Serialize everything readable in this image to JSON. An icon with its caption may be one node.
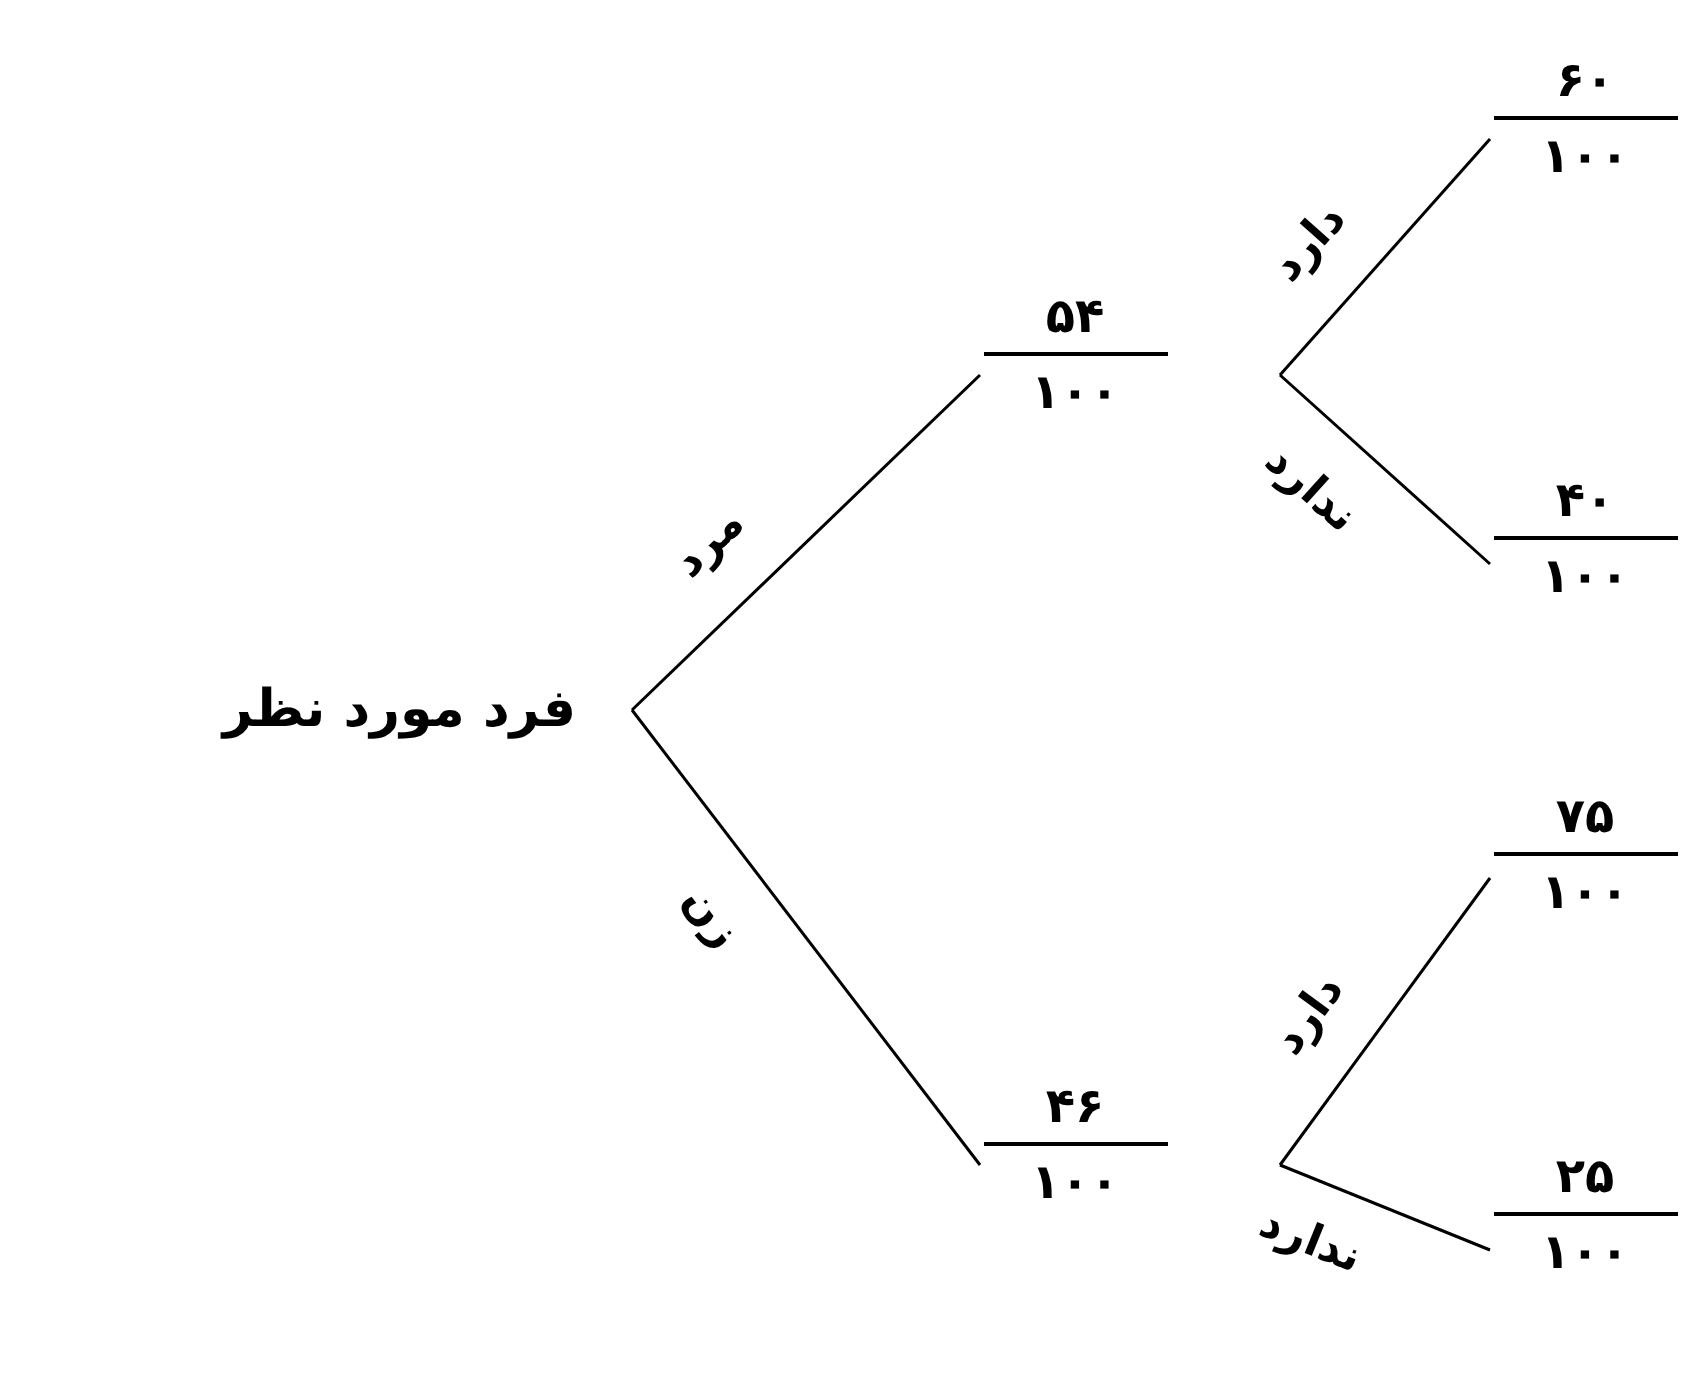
{
  "diagram": {
    "nodes": [
      {
        "text": [
          "فرد مورد نظر"
        ]
      },
      {
        "text": [
          "۵۴",
          "۱۰۰"
        ]
      },
      {
        "text": [
          "۴۶",
          "۱۰۰"
        ]
      },
      {
        "text": [
          "۶۰",
          "۱۰۰"
        ]
      },
      {
        "text": [
          "۴۰",
          "۱۰۰"
        ]
      },
      {
        "text": [
          "۷۵",
          "۱۰۰"
        ]
      },
      {
        "text": [
          "۲۵",
          "۱۰۰"
        ]
      }
    ],
    "edges": [
      {
        "from": 0,
        "to": 1,
        "arrow": "none",
        "label": "مرد"
      },
      {
        "from": 0,
        "to": 2,
        "arrow": "none",
        "label": "زن"
      },
      {
        "from": 1,
        "to": 3,
        "arrow": "none",
        "label": "دارد"
      },
      {
        "from": 1,
        "to": 4,
        "arrow": "none",
        "label": "ندارد"
      },
      {
        "from": 2,
        "to": 5,
        "arrow": "none",
        "label": "دارد"
      },
      {
        "from": 2,
        "to": 6,
        "arrow": "none",
        "label": "ندارد"
      }
    ]
  }
}
